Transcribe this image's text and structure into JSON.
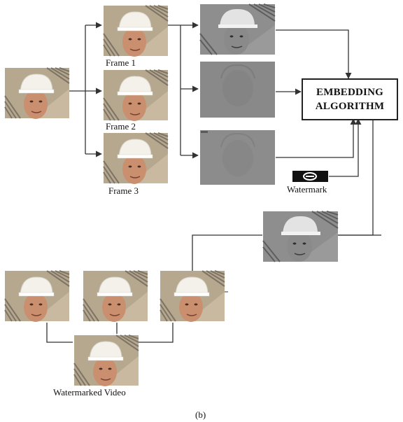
{
  "labels": {
    "frame1": "Frame 1",
    "frame2": "Frame 2",
    "frame3": "Frame 3",
    "watermark": "Watermark",
    "watermarked_video": "Watermarked Video",
    "caption": "(b)"
  },
  "algorithm_box": {
    "line1": "EMBEDDING",
    "line2": "ALGORITHM"
  },
  "colors": {
    "line": "#333333",
    "frame_bg": "#c9b9a0",
    "stripe": "#8a8070",
    "face": "#c98f6e",
    "helmet": "#f3f1ea",
    "gray_band": "#888888"
  }
}
